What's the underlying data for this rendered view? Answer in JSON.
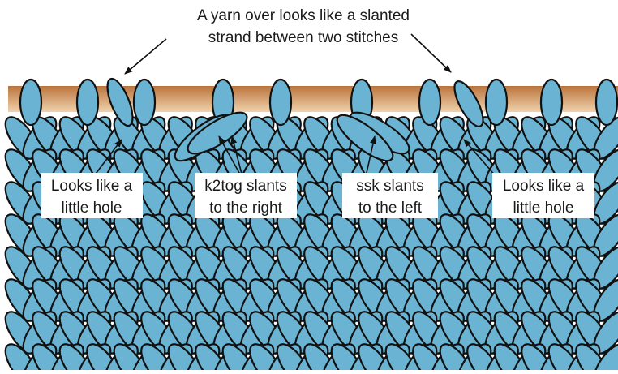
{
  "title": {
    "line1": "A yarn over looks like a slanted",
    "line2": "strand between two stitches"
  },
  "labels": {
    "left_hole": {
      "line1": "Looks like a",
      "line2": "little hole"
    },
    "k2tog": {
      "line1": "k2tog slants",
      "line2": "to the right"
    },
    "ssk": {
      "line1": "ssk slants",
      "line2": "to the left"
    },
    "right_hole": {
      "line1": "Looks like a",
      "line2": "little hole"
    }
  },
  "colors": {
    "yarn": "#6bb3d2",
    "outline": "#111111",
    "needle_dark": "#b9743c",
    "needle_light": "#f1d2ad",
    "background": "#ffffff",
    "label_box": "#ffffff"
  }
}
